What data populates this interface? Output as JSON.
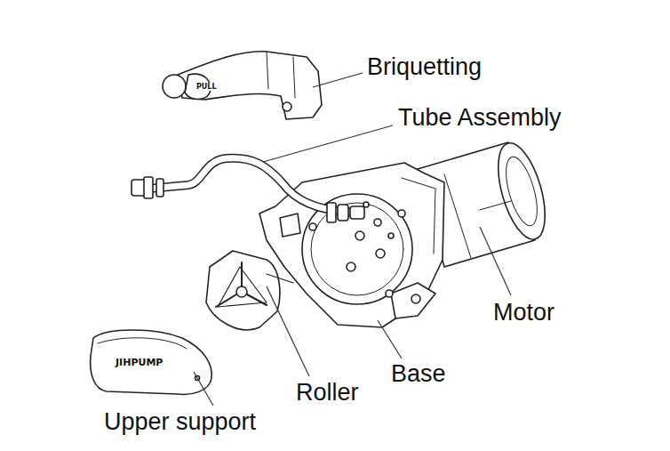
{
  "diagram": {
    "labels": [
      "Briquetting",
      "Tube Assembly",
      "Motor",
      "Base",
      "Roller",
      "Upper support",
      "PULL",
      "JIHPUMP"
    ]
  }
}
